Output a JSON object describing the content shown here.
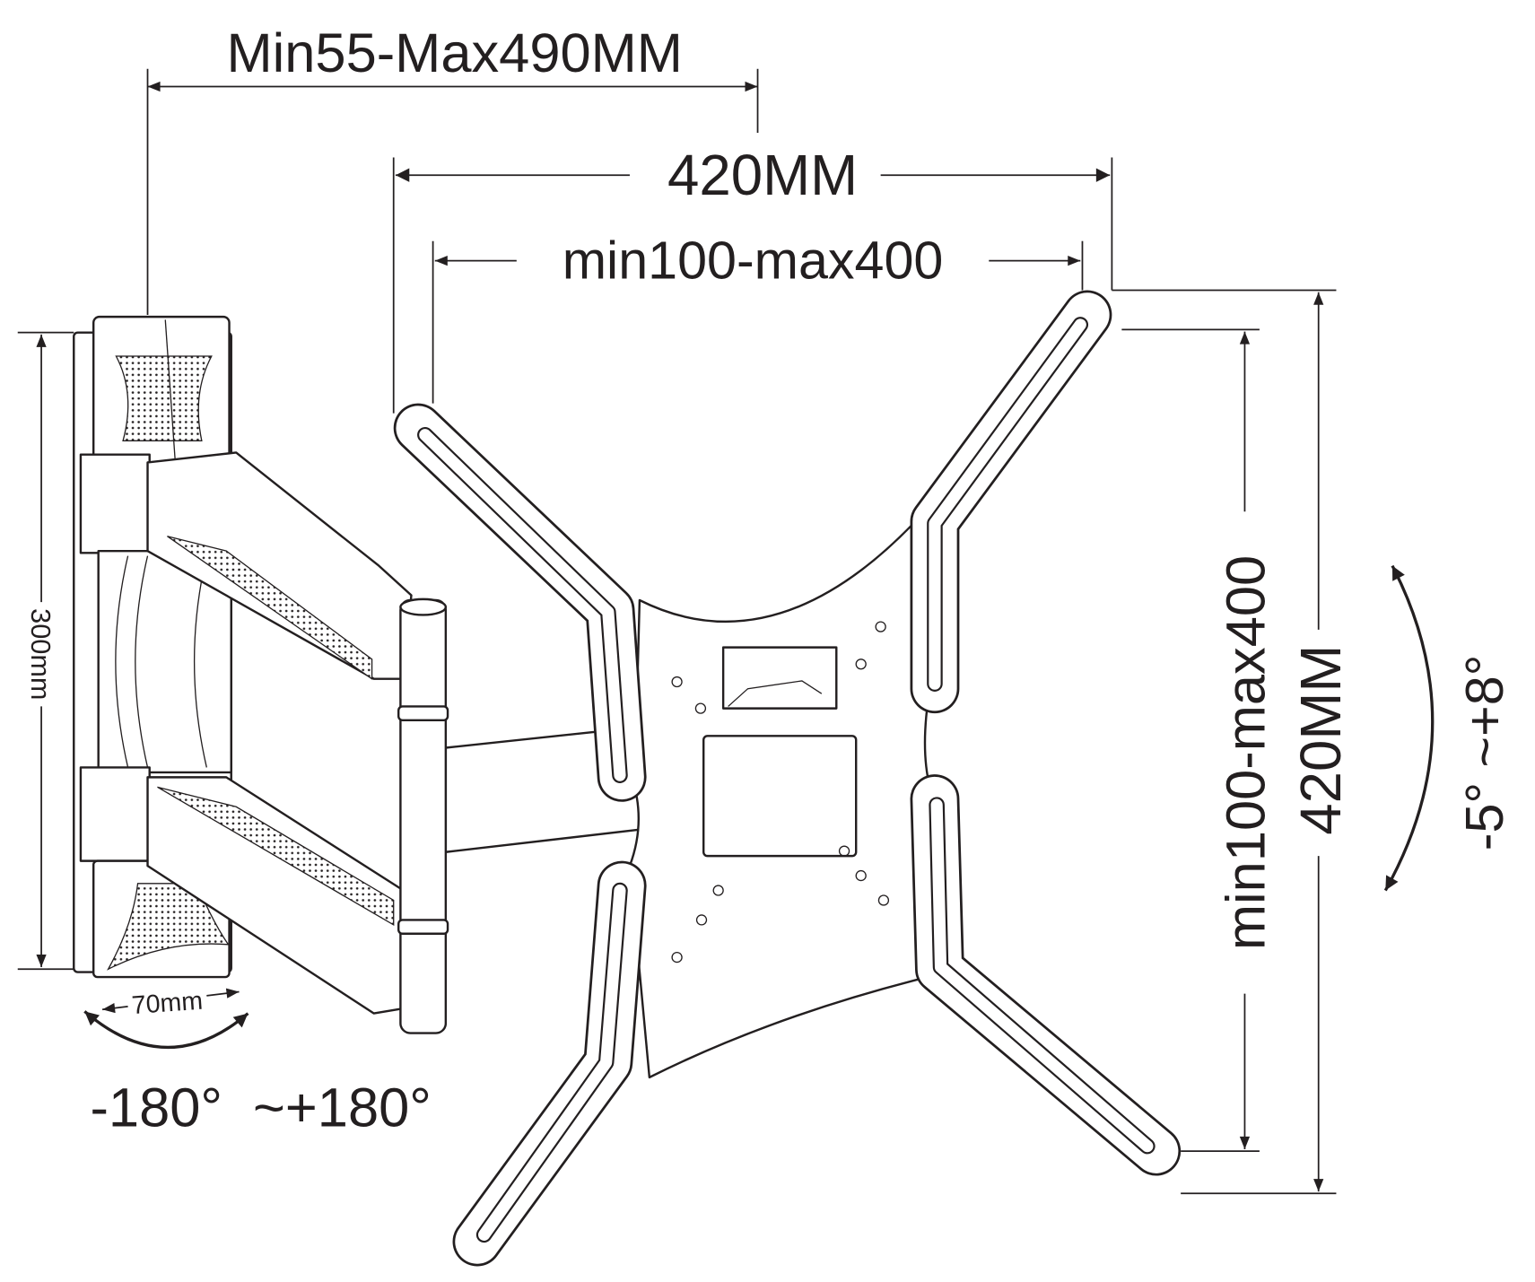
{
  "dimensions": {
    "arm_extension": "Min55-Max490MM",
    "plate_width": "420MM",
    "vesa_horizontal": "min100-max400",
    "vesa_vertical": "min100-max400",
    "plate_height": "420MM",
    "wall_plate_height": "300mm",
    "wall_plate_width": "70mm",
    "swivel_range": "-180°  ~+180°",
    "tilt_range": "-5°  ~+8°"
  },
  "colors": {
    "ink": "#231f20",
    "background": "#ffffff"
  }
}
